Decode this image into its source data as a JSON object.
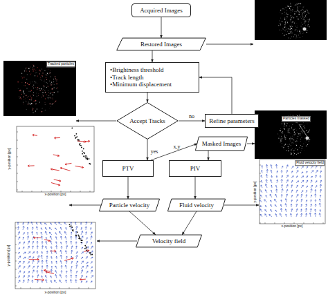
{
  "diagram": {
    "nodes": [
      {
        "text": [
          "Acquired Images"
        ]
      },
      {
        "text": [
          "Restored Images"
        ]
      },
      {
        "text": [
          "•Brightness threshold",
          "•Track length",
          "•Minimum displacement"
        ]
      },
      {
        "text": [
          "Accept Tracks"
        ]
      },
      {
        "text": [
          "Refine parameters"
        ]
      },
      {
        "text": [
          "Masked Images"
        ]
      },
      {
        "text": [
          "PTV"
        ]
      },
      {
        "text": [
          "PIV"
        ]
      },
      {
        "text": [
          "Particle velocity"
        ]
      },
      {
        "text": [
          "Fluid velocity"
        ]
      },
      {
        "text": [
          "Velocity field"
        ]
      }
    ],
    "edges": [
      {
        "from": 0,
        "to": 1,
        "arrow": "to"
      },
      {
        "from": 1,
        "to": 2,
        "arrow": "to"
      },
      {
        "from": 2,
        "to": 3,
        "arrow": "to"
      },
      {
        "from": 3,
        "to": 4,
        "label": "no",
        "arrow": "to"
      },
      {
        "from": 4,
        "to": 2,
        "arrow": "to"
      },
      {
        "from": 3,
        "to": 6,
        "label": "yes",
        "arrow": "to"
      },
      {
        "from": 6,
        "to": 5,
        "label": "x,y",
        "arrow": "to"
      },
      {
        "from": 5,
        "to": 7,
        "arrow": "to"
      },
      {
        "from": 6,
        "to": 8,
        "arrow": "to"
      },
      {
        "from": 7,
        "to": 9,
        "arrow": "to"
      },
      {
        "from": 8,
        "to": 10,
        "arrow": "to"
      },
      {
        "from": 9,
        "to": 10,
        "arrow": "to"
      }
    ],
    "labels": [
      "Tracked particles",
      "Particles masked",
      "x-position [px]",
      "y-position [px]",
      "Fluid velocity field",
      "x-position [px]",
      "y-position [px]",
      "x-position [px]",
      "y-position [px]"
    ]
  }
}
